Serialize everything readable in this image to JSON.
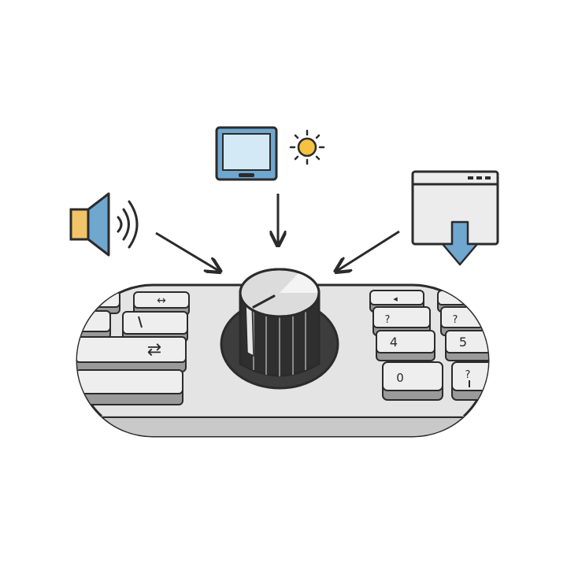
{
  "colors": {
    "outline": "#2b2b2b",
    "keyboard_body": "#e4e4e4",
    "key_face": "#eeeeee",
    "key_side": "#9a9a9a",
    "speaker_yellow": "#f2c46a",
    "speaker_blue": "#6fa7cf",
    "monitor_frame": "#6fa7cf",
    "monitor_screen": "#d3e9f6",
    "sun": "#f5c242",
    "window_body": "#ececec",
    "download_arrow": "#6fa7cf",
    "knob_dark": "#3a3a3a"
  },
  "icons": {
    "volume": "speaker-with-sound-waves-icon",
    "brightness": "monitor-and-sun-icon",
    "scroll": "window-with-down-arrow-icon",
    "knob": "rotary-knob"
  },
  "keys": {
    "left_arrow_left": "↔",
    "left_tab_arrows": "⇄",
    "num_top_arrow": "◂",
    "num_q1": "?",
    "num_q2": "?",
    "num_4": "4",
    "num_5": "5",
    "num_0": "0",
    "num_q3": "?"
  }
}
